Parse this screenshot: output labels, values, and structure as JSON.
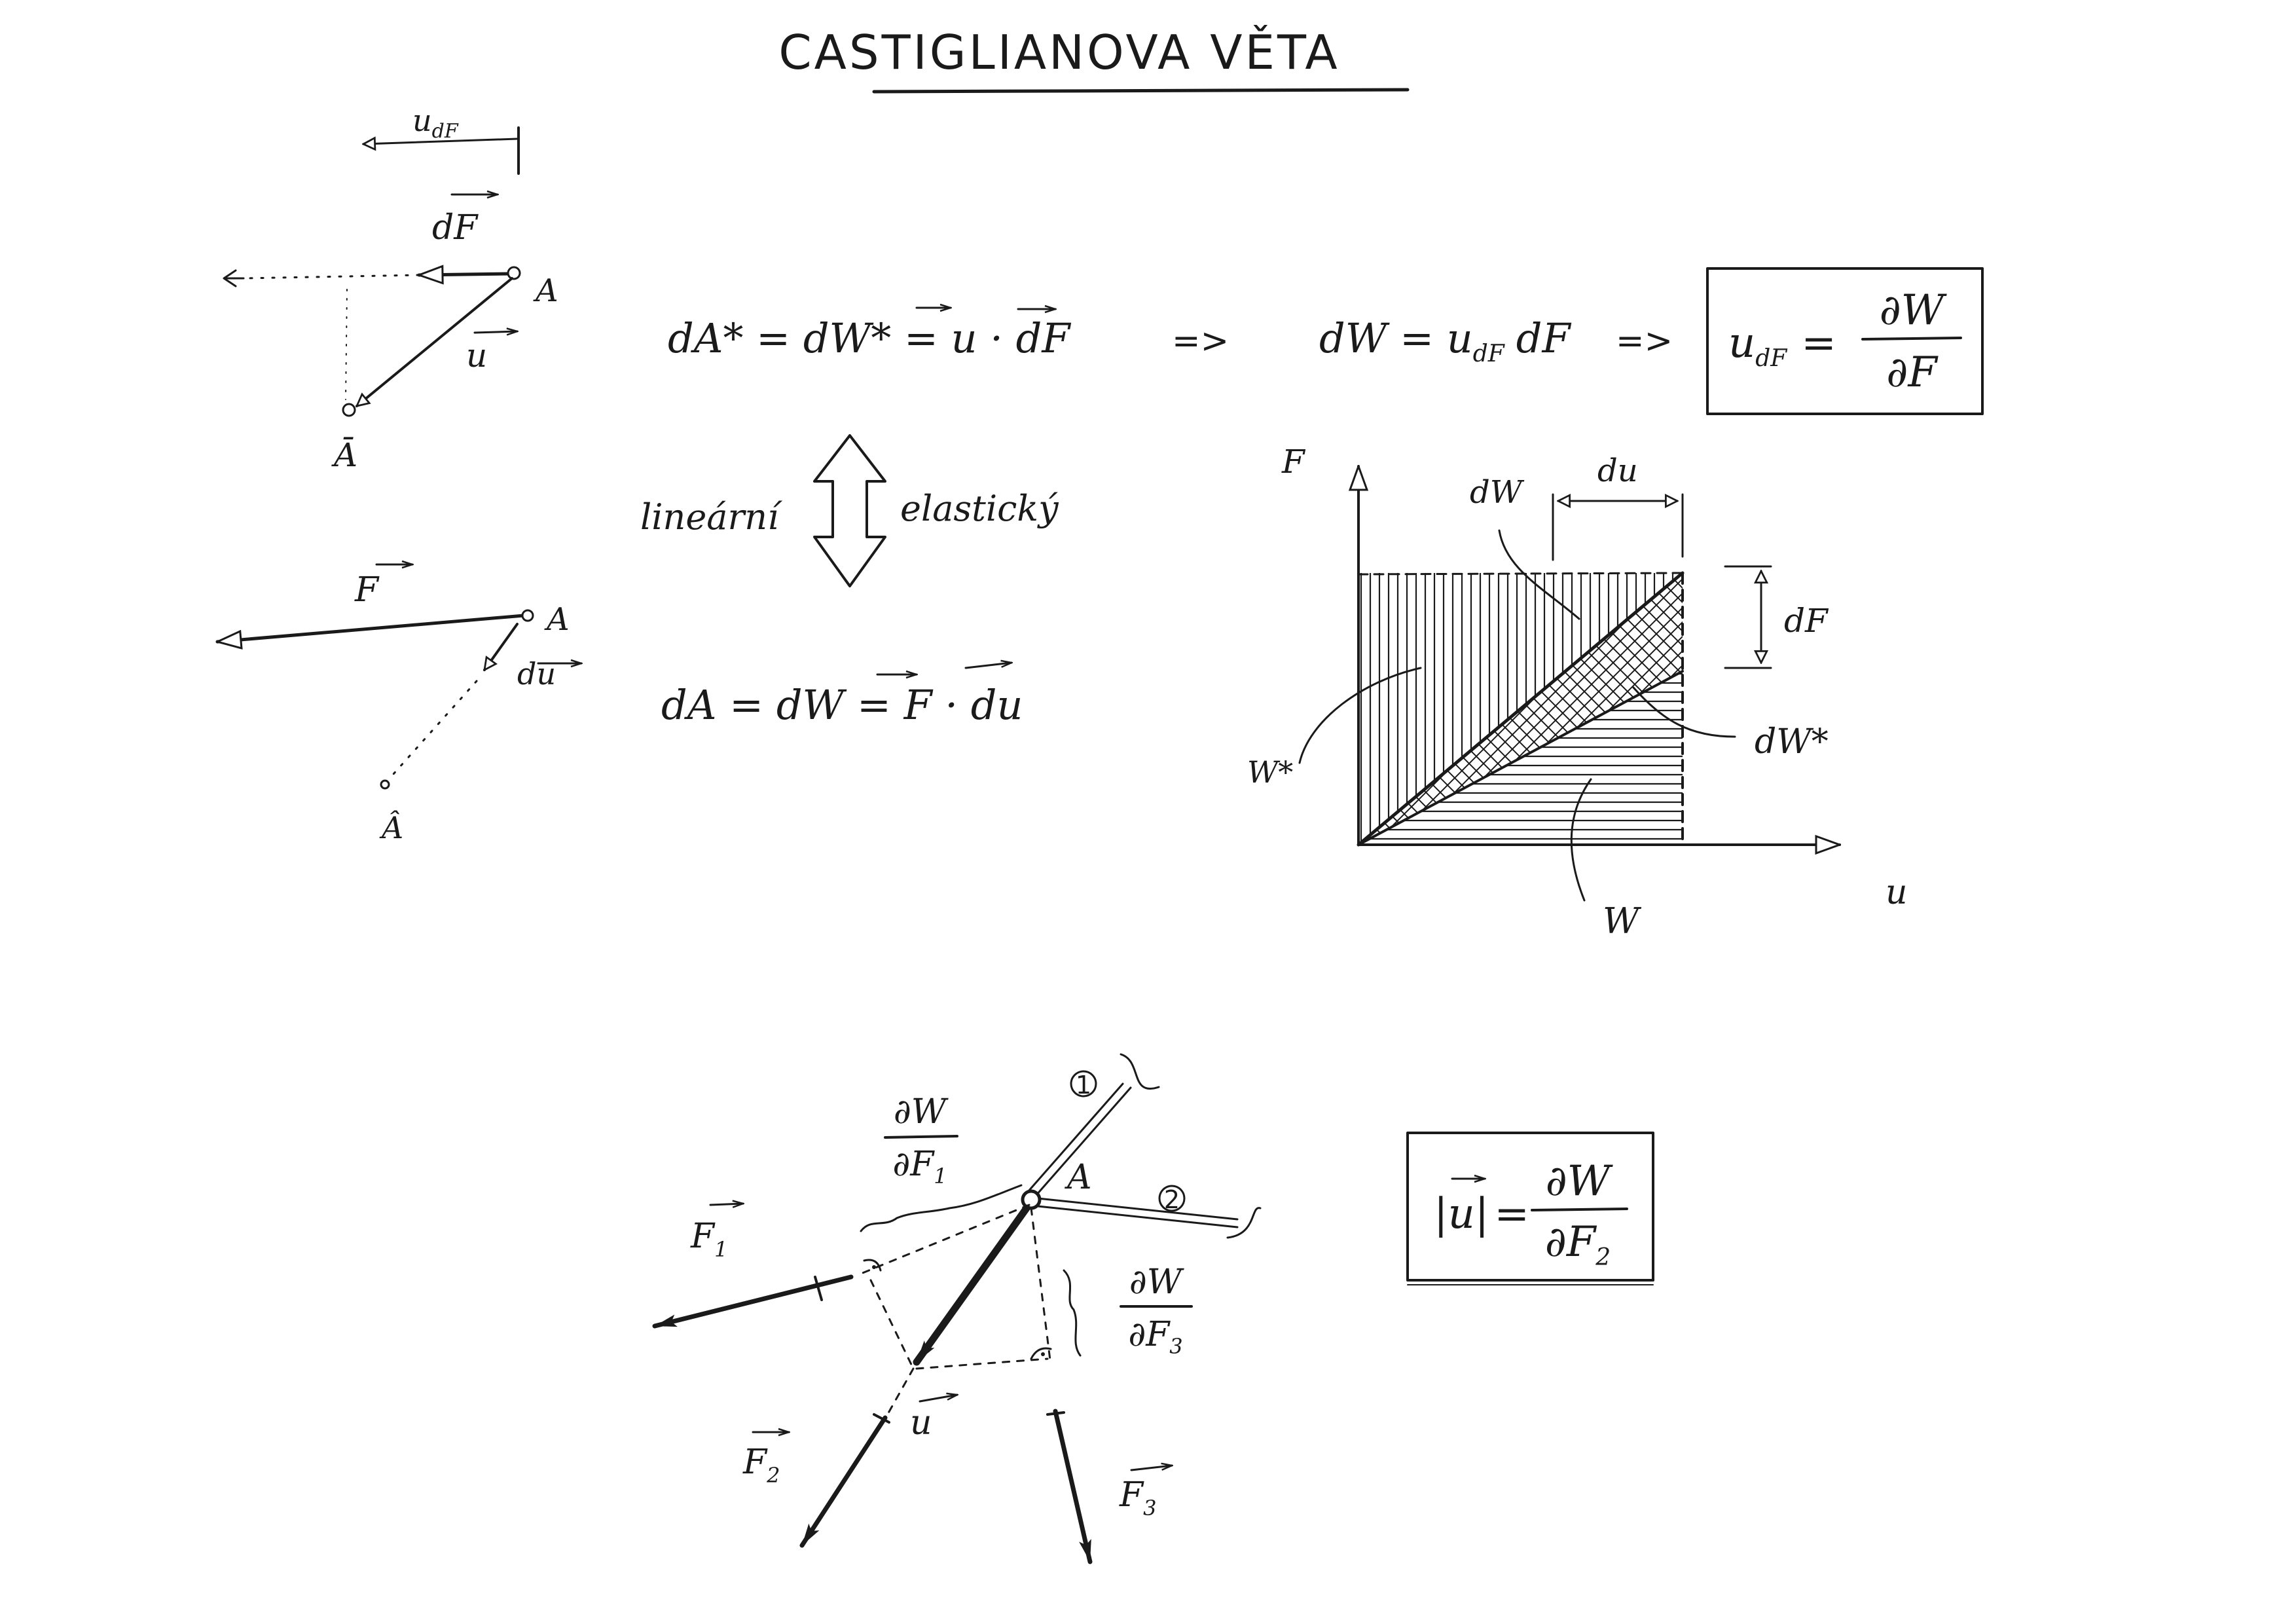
{
  "title": "CASTIGLIANOVA VĚTA",
  "fig1": {
    "u_dF": "u",
    "u_dF_sub": "dF",
    "dF": "dF",
    "u": "u",
    "A": "A",
    "A_bar": "Ā"
  },
  "fig2": {
    "F": "F",
    "A": "A",
    "du": "du",
    "A_hat": "Â"
  },
  "eq1": "dA* = dW* = u · dF",
  "implies": "=>",
  "eq2": "dW = u",
  "eq2_sub": "dF",
  "eq2_tail": "dF",
  "boxed1": {
    "lhs": "u",
    "lhs_sub": "dF",
    "num": "∂W",
    "den": "∂F"
  },
  "linear": "lineární",
  "elastic": "elastický",
  "eq3": "dA = dW = F · du",
  "graph": {
    "F": "F",
    "u": "u",
    "dW": "dW",
    "du": "du",
    "dF": "dF",
    "dWstar": "dW*",
    "Wstar": "W*",
    "W": "W"
  },
  "fig3": {
    "label1": "1",
    "label2": "2",
    "A": "A",
    "d1_num": "∂W",
    "d1_den": "∂F",
    "d1_sub": "1",
    "d3_num": "∂W",
    "d3_den": "∂F",
    "d3_sub": "3",
    "F1": "F",
    "F1_sub": "1",
    "F2": "F",
    "F2_sub": "2",
    "F3": "F",
    "F3_sub": "3",
    "u": "u"
  },
  "boxed2": {
    "lhs": "|u|",
    "num": "∂W",
    "den": "∂F",
    "den_sub": "2"
  }
}
